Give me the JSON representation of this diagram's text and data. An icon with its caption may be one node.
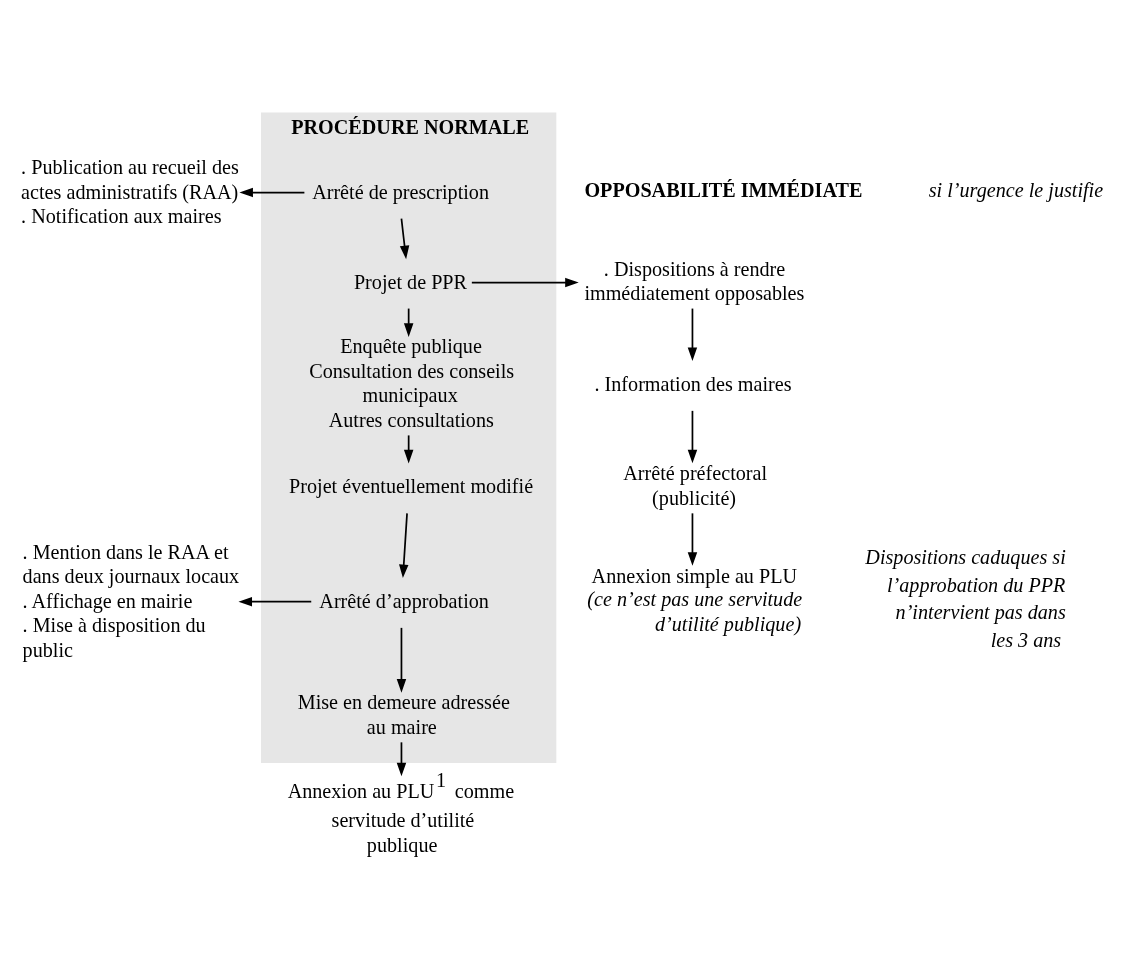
{
  "diagram": {
    "nodes": [
      {
        "text": [
          "PROCÉDURE NORMALE"
        ]
      },
      {
        "text": [
          "Arrêté de prescription"
        ],
        "in": 0
      },
      {
        "text": [
          "Projet de PPR"
        ],
        "in": 0
      },
      {
        "text": [
          "Enquête publique",
          "Consultation des conseils municipaux",
          "Autres consultations"
        ],
        "in": 0
      },
      {
        "text": [
          "Projet éventuellement modifié"
        ],
        "in": 0
      },
      {
        "text": [
          "Arrêté d’approbation"
        ],
        "in": 0
      },
      {
        "text": [
          "Mise en demeure adressée au maire"
        ],
        "in": 0
      },
      {
        "text": [
          "Annexion au PLU$^{1}$ comme servitude d’utilité publique"
        ]
      },
      {
        "text": [
          ". Publication au recueil des actes administratifs (RAA)",
          ". Notification aux maires"
        ]
      },
      {
        "text": [
          ". Mention dans le RAA et dans deux journaux locaux",
          ". Affichage en mairie",
          ". Mise à disposition du public"
        ]
      },
      {
        "text": [
          ". Dispositions à rendre immédiatement opposables"
        ]
      },
      {
        "text": [
          ". Information des maires"
        ]
      },
      {
        "text": [
          "Arrêté préfectoral (publicité)"
        ]
      },
      {
        "text": [
          "Annexion simple au PLU"
        ],
        "beside": [
          "(ce n’est pas une servitude d’utilité publique)"
        ]
      }
    ],
    "edges": [
      {
        "from": 1,
        "to": 8,
        "arrow": "to"
      },
      {
        "from": 1,
        "to": 2,
        "arrow": "to"
      },
      {
        "from": 2,
        "to": 3,
        "arrow": "to"
      },
      {
        "from": 3,
        "to": 4,
        "arrow": "to"
      },
      {
        "from": 4,
        "to": 5,
        "arrow": "to"
      },
      {
        "from": 5,
        "to": 6,
        "arrow": "to"
      },
      {
        "from": 6,
        "to": 7,
        "arrow": "to"
      },
      {
        "from": 2,
        "to": 10,
        "arrow": "to"
      },
      {
        "from": 10,
        "to": 11,
        "arrow": "to"
      },
      {
        "from": 11,
        "to": 12,
        "arrow": "to"
      },
      {
        "from": 12,
        "to": 13,
        "arrow": "to"
      },
      {
        "from": 5,
        "to": 9,
        "arrow": "to"
      }
    ],
    "labels": [
      "OPPOSABILITÉ IMMÉDIATE",
      "si l’urgence le justifie",
      "Dispositions caduques si l’approbation du PPR n’intervient pas dans les 3 ans"
    ]
  }
}
